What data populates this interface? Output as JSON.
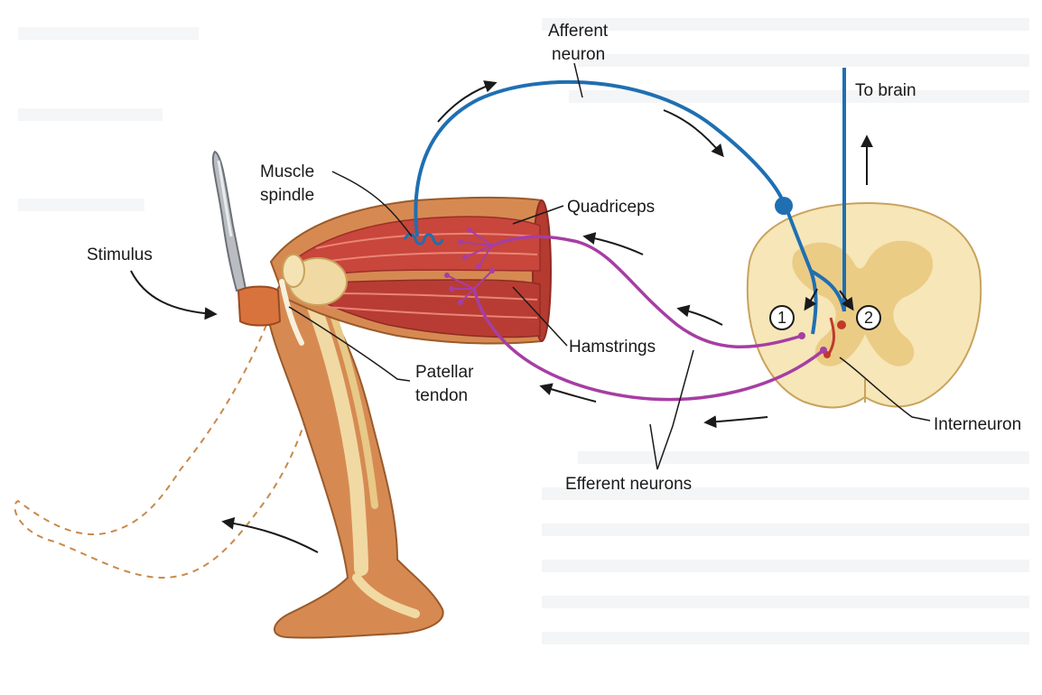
{
  "labels": {
    "afferent_neuron_line1": "Afferent",
    "afferent_neuron_line2": "neuron",
    "to_brain": "To brain",
    "muscle_spindle_line1": "Muscle",
    "muscle_spindle_line2": "spindle",
    "quadriceps": "Quadriceps",
    "stimulus": "Stimulus",
    "hamstrings": "Hamstrings",
    "patellar_tendon_line1": "Patellar",
    "patellar_tendon_line2": "tendon",
    "interneuron": "Interneuron",
    "efferent_neurons": "Efferent neurons",
    "marker_1": "1",
    "marker_2": "2"
  },
  "colors": {
    "afferent": "#1f6fb2",
    "efferent": "#a63ea3",
    "interneuron": "#c0392b",
    "muscle": "#c8463c",
    "skin": "#d68a52",
    "bone": "#f1d9a3",
    "spinal_cord": "#f6e6b8",
    "grey_matter": "#e9c77b"
  }
}
